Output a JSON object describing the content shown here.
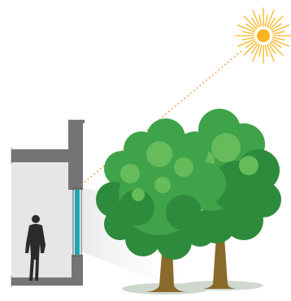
{
  "scene": {
    "elements": [
      "sun",
      "sun-ray",
      "building-section",
      "window",
      "person",
      "tree-front",
      "tree-back"
    ]
  },
  "colors": {
    "sun": "#f7b521",
    "sun_ray": "#f08a24",
    "wall": "#757575",
    "interior": "#e6e6e6",
    "window": "#1fa6b5",
    "person": "#2b2b2b",
    "foliage_dark": "#2e8b3b",
    "foliage_mid": "#3fa34a",
    "foliage_light": "#66bb5a",
    "trunk": "#8a6a2a",
    "ground_shadow": "#cfd8cf",
    "light_beam": "#eeeeee"
  }
}
